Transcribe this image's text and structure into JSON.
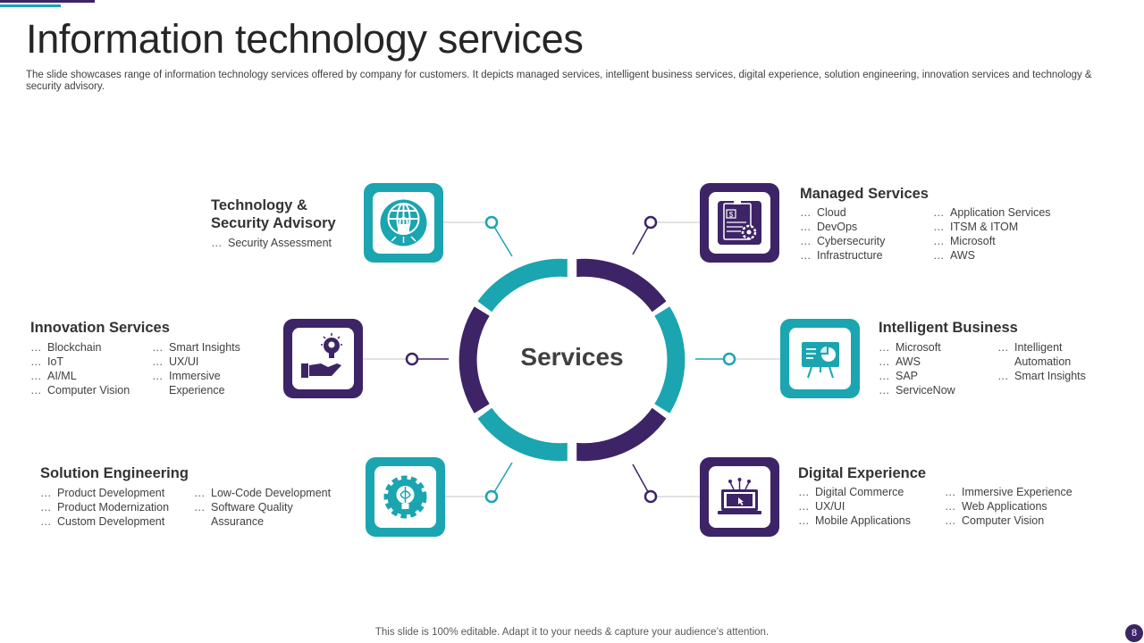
{
  "page": {
    "title": "Information technology services",
    "subtitle": "The slide showcases range of information technology services offered by company for customers. It depicts managed services, intelligent business services, digital experience, solution engineering, innovation services and technology & security advisory.",
    "footer": "This slide is 100% editable. Adapt it to your needs & capture your audience’s attention.",
    "page_number": "8"
  },
  "center": {
    "label": "Services"
  },
  "colors": {
    "teal": "#1aa5b0",
    "purple": "#3d2467"
  },
  "services": {
    "tech_security": {
      "title_line1": "Technology &",
      "title_line2": "Security Advisory",
      "items": [
        "Security Assessment"
      ],
      "icon": "globe-lock-icon"
    },
    "managed": {
      "title": "Managed Services",
      "col1": [
        "Cloud",
        "DevOps",
        "Cybersecurity",
        "Infrastructure"
      ],
      "col2": [
        "Application Services",
        "ITSM & ITOM",
        "Microsoft",
        "AWS"
      ],
      "icon": "invoice-gear-icon"
    },
    "innovation": {
      "title": "Innovation Services",
      "col1": [
        "Blockchain",
        "IoT",
        "AI/ML",
        "Computer Vision"
      ],
      "col2": [
        "Smart Insights",
        "UX/UI",
        "Immersive",
        "Experience"
      ],
      "icon": "hand-lightbulb-icon"
    },
    "intelligent": {
      "title": "Intelligent Business",
      "col1": [
        "Microsoft",
        "AWS",
        "SAP",
        "ServiceNow"
      ],
      "col2": [
        "Intelligent",
        "Automation",
        "Smart Insights"
      ],
      "icon": "presentation-board-icon"
    },
    "solution": {
      "title": "Solution Engineering",
      "col1": [
        "Product Development",
        "Product Modernization",
        "Custom Development"
      ],
      "col2": [
        "Low-Code  Development",
        "Software Quality",
        "Assurance"
      ],
      "icon": "gear-brain-icon"
    },
    "digital": {
      "title": "Digital Experience",
      "col1": [
        "Digital Commerce",
        "UX/UI",
        "Mobile Applications"
      ],
      "col2": [
        "Immersive  Experience",
        "Web Applications",
        "Computer Vision"
      ],
      "icon": "laptop-touch-icon"
    }
  }
}
